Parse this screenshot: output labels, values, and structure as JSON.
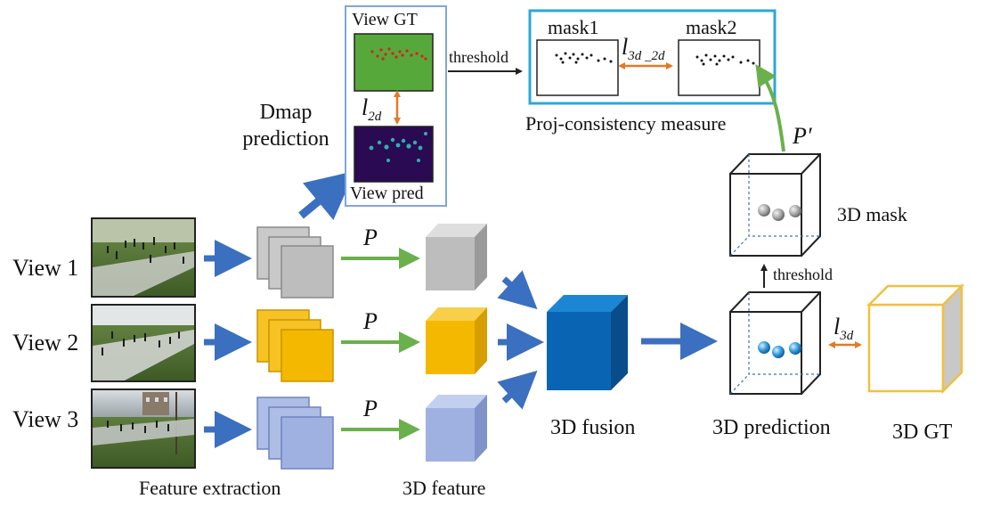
{
  "inputs": {
    "views": [
      {
        "label": "View 1"
      },
      {
        "label": "View 2"
      },
      {
        "label": "View 3"
      }
    ]
  },
  "stages": {
    "feature_extraction": "Feature extraction",
    "feature_3d": "3D feature",
    "fusion": "3D fusion",
    "prediction": "3D prediction",
    "gt": "3D GT",
    "mask": "3D mask"
  },
  "dmap": {
    "label_line1": "Dmap",
    "label_line2": "prediction",
    "view_gt": "View GT",
    "view_pred": "View pred",
    "loss_2d_base": "l",
    "loss_2d_sub": "2d"
  },
  "projection": {
    "symbol": "P",
    "symbol_prime": "P′",
    "threshold_top": "threshold",
    "threshold_mid": "threshold"
  },
  "consistency": {
    "mask1": "mask1",
    "mask2": "mask2",
    "loss_base": "l",
    "loss_sub": "3d _2d",
    "caption": "Proj-consistency measure"
  },
  "loss_3d": {
    "base": "l",
    "sub": "3d"
  },
  "colors": {
    "blue_arrow": "#3b6fc0",
    "green_arrow": "#6ab04c",
    "orange_arrow": "#e07b28",
    "gray_feature": "#bdbdbd",
    "yellow_feature": "#f5b800",
    "lavender_feature": "#9fb1e0",
    "fusion_blue": "#0a64b4",
    "gt_yellow": "#f0c040",
    "frame_blue": "#7fa7d8",
    "consistency_cyan": "#2aa8d8",
    "gt_green": "#57a83a",
    "pred_dark": "#2a0a52"
  }
}
